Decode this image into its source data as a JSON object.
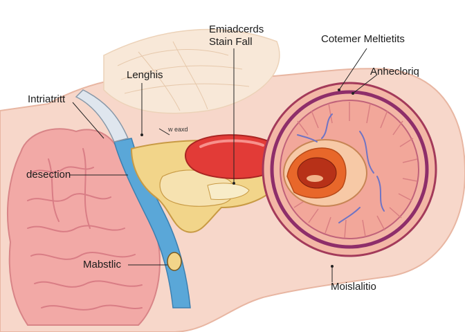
{
  "labels": {
    "top_center_line1": "Emiadcerds",
    "top_center_line2": "Stain Fall",
    "top_right": "Cotemer Meltietits",
    "right_upper": "Anhecloriq",
    "left_upper": "Lenghis",
    "left_mid": "Intriatritt",
    "left_lower": "desection",
    "bottom_left": "Mabstlic",
    "bottom_right": "Moislalitio",
    "small_tag": "w eaxd"
  },
  "colors": {
    "skin": "#f6d3c6",
    "brain_tissue": "#f2a9a6",
    "brain_dark": "#e07f86",
    "blue_vessel": "#5aa7d8",
    "red_organ": "#e23b37",
    "yellow_bone": "#f2d58a",
    "ring_purple": "#8e2e6a",
    "ring_pink": "#f3b7a6",
    "inner_orange": "#e8672a",
    "inner_red": "#b73118",
    "vein_blue": "#6f74c4"
  }
}
